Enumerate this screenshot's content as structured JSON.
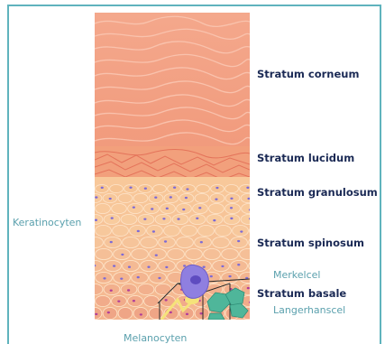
{
  "labels": {
    "stratum_corneum": "Stratum corneum",
    "stratum_lucidum": "Stratum lucidum",
    "stratum_granulosum": "Stratum granulosum",
    "stratum_spinosum": "Stratum spinosum",
    "stratum_basale": "Stratum basale",
    "keratinocyten": "Keratinocyten",
    "merkelcel": "Merkelcel",
    "langerhanscel": "Langerhanscel",
    "melanocyten": "Melanocyten"
  },
  "colors": {
    "frame": "#5fb3bd",
    "layer_label": "#1b2a55",
    "cell_label": "#5aa0ad",
    "corneum": "#f3a184",
    "granulosum": "#f7c596",
    "nucleus": "#7d6ad6",
    "merkel_cell": "#8f7fe0",
    "langerhans_cell": "#4fb69a",
    "melanocyte": "#f5e37a"
  }
}
